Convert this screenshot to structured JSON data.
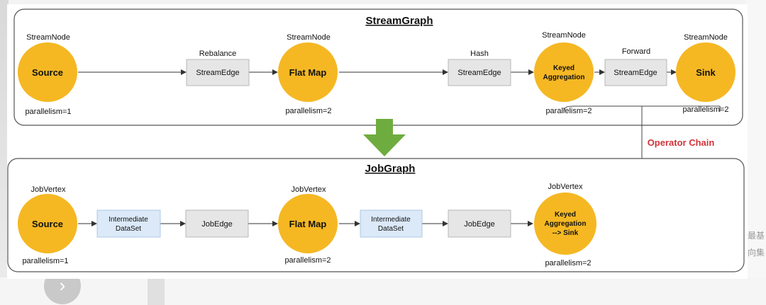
{
  "stream_graph": {
    "title": "StreamGraph",
    "nodes": [
      {
        "kind": "StreamNode",
        "name": "Source",
        "parallelism": "parallelism=1"
      },
      {
        "kind": "StreamNode",
        "name": "Flat Map",
        "parallelism": "parallelism=2"
      },
      {
        "kind": "StreamNode",
        "name_line1": "Keyed",
        "name_line2": "Aggregation",
        "parallelism": "parallelism=2"
      },
      {
        "kind": "StreamNode",
        "name": "Sink",
        "parallelism": "parallelism=2"
      }
    ],
    "edges": [
      {
        "partitioner": "Rebalance",
        "label": "StreamEdge"
      },
      {
        "partitioner": "Hash",
        "label": "StreamEdge"
      },
      {
        "partitioner": "Forward",
        "label": "StreamEdge"
      }
    ]
  },
  "operator_chain_label": "Operator Chain",
  "job_graph": {
    "title": "JobGraph",
    "vertices": [
      {
        "kind": "JobVertex",
        "name": "Source",
        "parallelism": "parallelism=1"
      },
      {
        "kind": "JobVertex",
        "name": "Flat Map",
        "parallelism": "parallelism=2"
      },
      {
        "kind": "JobVertex",
        "name_line1": "Keyed",
        "name_line2": "Aggregation",
        "name_line3": "--> Sink",
        "parallelism": "parallelism=2"
      }
    ],
    "datasets": [
      {
        "line1": "Intermediate",
        "line2": "DataSet"
      },
      {
        "line1": "Intermediate",
        "line2": "DataSet"
      }
    ],
    "edges": [
      {
        "label": "JobEdge"
      },
      {
        "label": "JobEdge"
      }
    ]
  },
  "colors": {
    "node_fill": "#f5b823",
    "edge_box": "#e6e6e6",
    "dataset_box": "#dbe9f8",
    "arrow_green": "#6fac3f",
    "chain_red": "#d0333a"
  },
  "background_text": {
    "side_1": "最基",
    "side_2": "向集"
  }
}
